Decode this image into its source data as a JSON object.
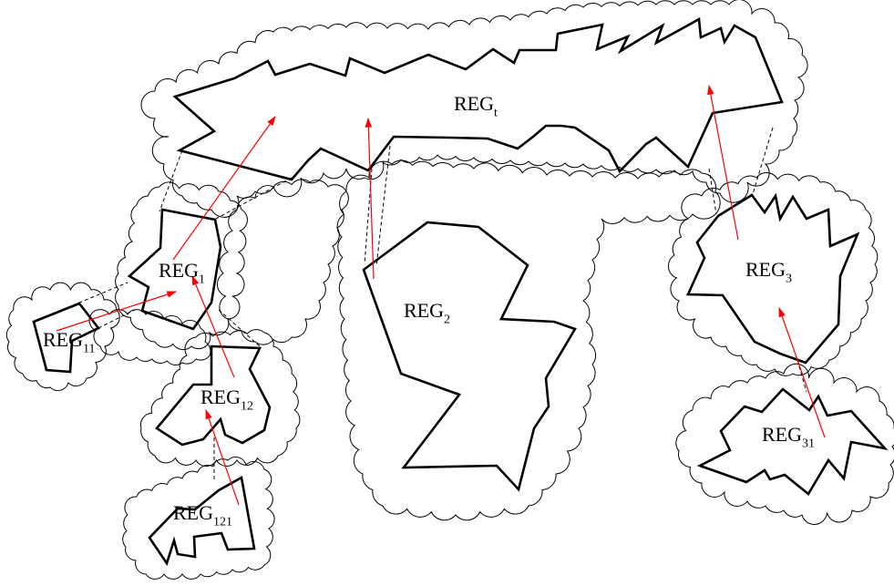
{
  "diagram": {
    "labels": {
      "reg_t": {
        "base": "REG",
        "sub": "t"
      },
      "reg_1": {
        "base": "REG",
        "sub": "1"
      },
      "reg_11": {
        "base": "REG",
        "sub": "11"
      },
      "reg_12": {
        "base": "REG",
        "sub": "12"
      },
      "reg_121": {
        "base": "REG",
        "sub": "121"
      },
      "reg_2": {
        "base": "REG",
        "sub": "2"
      },
      "reg_3": {
        "base": "REG",
        "sub": "3"
      },
      "reg_31": {
        "base": "REG",
        "sub": "31"
      }
    },
    "colors": {
      "region_stroke": "#000000",
      "arrow": "#ff0000",
      "background": "#ffffff"
    }
  }
}
